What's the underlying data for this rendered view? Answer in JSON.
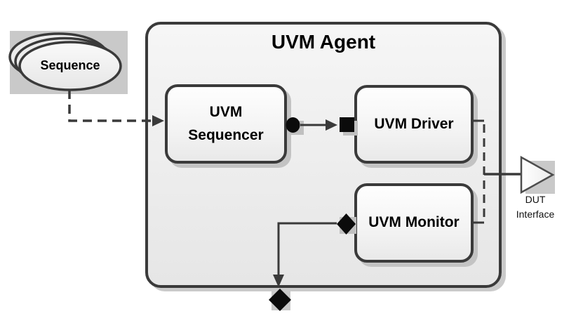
{
  "diagram": {
    "title": "UVM Agent",
    "sequence": {
      "label": "Sequence"
    },
    "blocks": [
      {
        "id": "uvm-sequencer",
        "label": "UVM Sequencer"
      },
      {
        "id": "uvm-driver",
        "label": "UVM Driver"
      },
      {
        "id": "uvm-monitor",
        "label": "UVM Monitor"
      }
    ],
    "dut_interface": {
      "line1": "DUT",
      "line2": "Interface"
    },
    "icons": {
      "sequencer_export": "circle-port-icon",
      "driver_seq_item_port": "square-port-icon",
      "monitor_analysis_port": "diamond-port-icon",
      "agent_analysis_port": "diamond-port-icon",
      "dut_interface_symbol": "triangle-arrow-icon"
    },
    "colors": {
      "outline": "#3a3a3a",
      "connector": "#3a3a3a",
      "port_fill": "#0b0b0b",
      "shadow": "#c9c9c9",
      "box_fill_top": "#fdfdfd",
      "box_fill_bottom": "#e9e9e9",
      "agent_fill_top": "#f6f6f6",
      "agent_fill_bottom": "#e6e6e6",
      "text": "#000000"
    }
  }
}
